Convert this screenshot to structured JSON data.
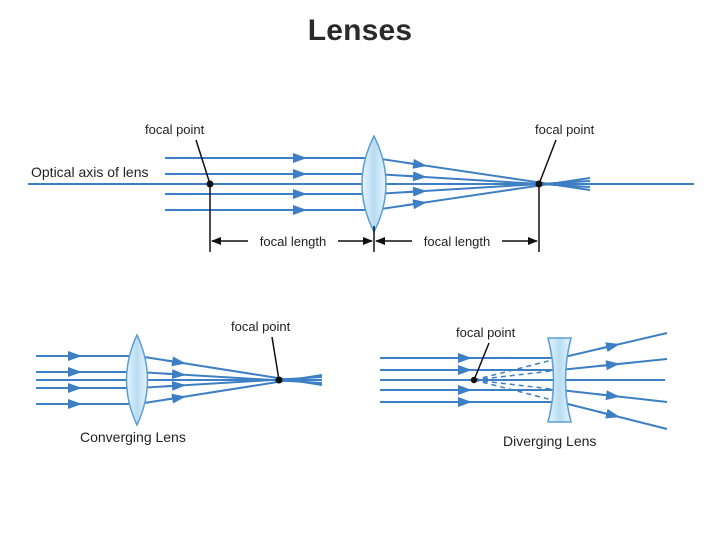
{
  "title": "Lenses",
  "colors": {
    "ray": "#3d7fc4",
    "lens_fill": "#cfe8f8",
    "lens_stroke": "#5a9fd6",
    "text": "#222222",
    "point": "#111111"
  },
  "top_diagram": {
    "axis_label": "Optical axis of lens",
    "focal_point_left": "focal point",
    "focal_point_right": "focal point",
    "focal_length_left": "focal length",
    "focal_length_right": "focal length"
  },
  "converging": {
    "focal_point": "focal point",
    "caption": "Converging Lens"
  },
  "diverging": {
    "focal_point": "focal point",
    "caption": "Diverging Lens"
  }
}
